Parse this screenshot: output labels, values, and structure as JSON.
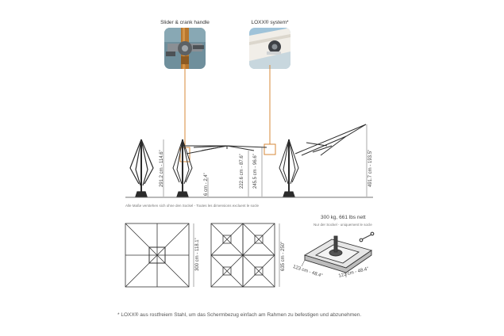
{
  "callouts": {
    "slider": {
      "title": "Slider & crank handle",
      "icon": "slider-crank-photo"
    },
    "loxx": {
      "title": "LOXX® system*",
      "icon": "loxx-system-photo"
    }
  },
  "dimensions": {
    "total_height": "491.7 cm - 193.5”",
    "closed_height": "291.2 cm - 114.6”",
    "base_clearance": "6 cm - 2.4”",
    "min_clearance": "222.6 cm - 87.6”",
    "max_clearance": "245.5 cm - 96.6”",
    "square_side": "300 cm - 118.1”",
    "quad_side": "635 cm - 250”",
    "base_side_a": "123 cm - 48.4”",
    "base_side_b": "123 cm - 48.4”"
  },
  "notes": {
    "dimension_note": "Alle Maße verstehen sich ohne den Sockel - Toutes les dimensions excluent le socle",
    "base_weight": "300 kg, 661 lbs nett",
    "base_note": "Nur der Sockel - uniquement le socle",
    "footnote": "* LOXX® aus rostfreiem Stahl, um das Schermbezug einfach am Rahmen zu befestigen und abzunehmen."
  },
  "colors": {
    "accent": "#d7893a",
    "line": "#333333",
    "frame": "#2b2b2b"
  }
}
